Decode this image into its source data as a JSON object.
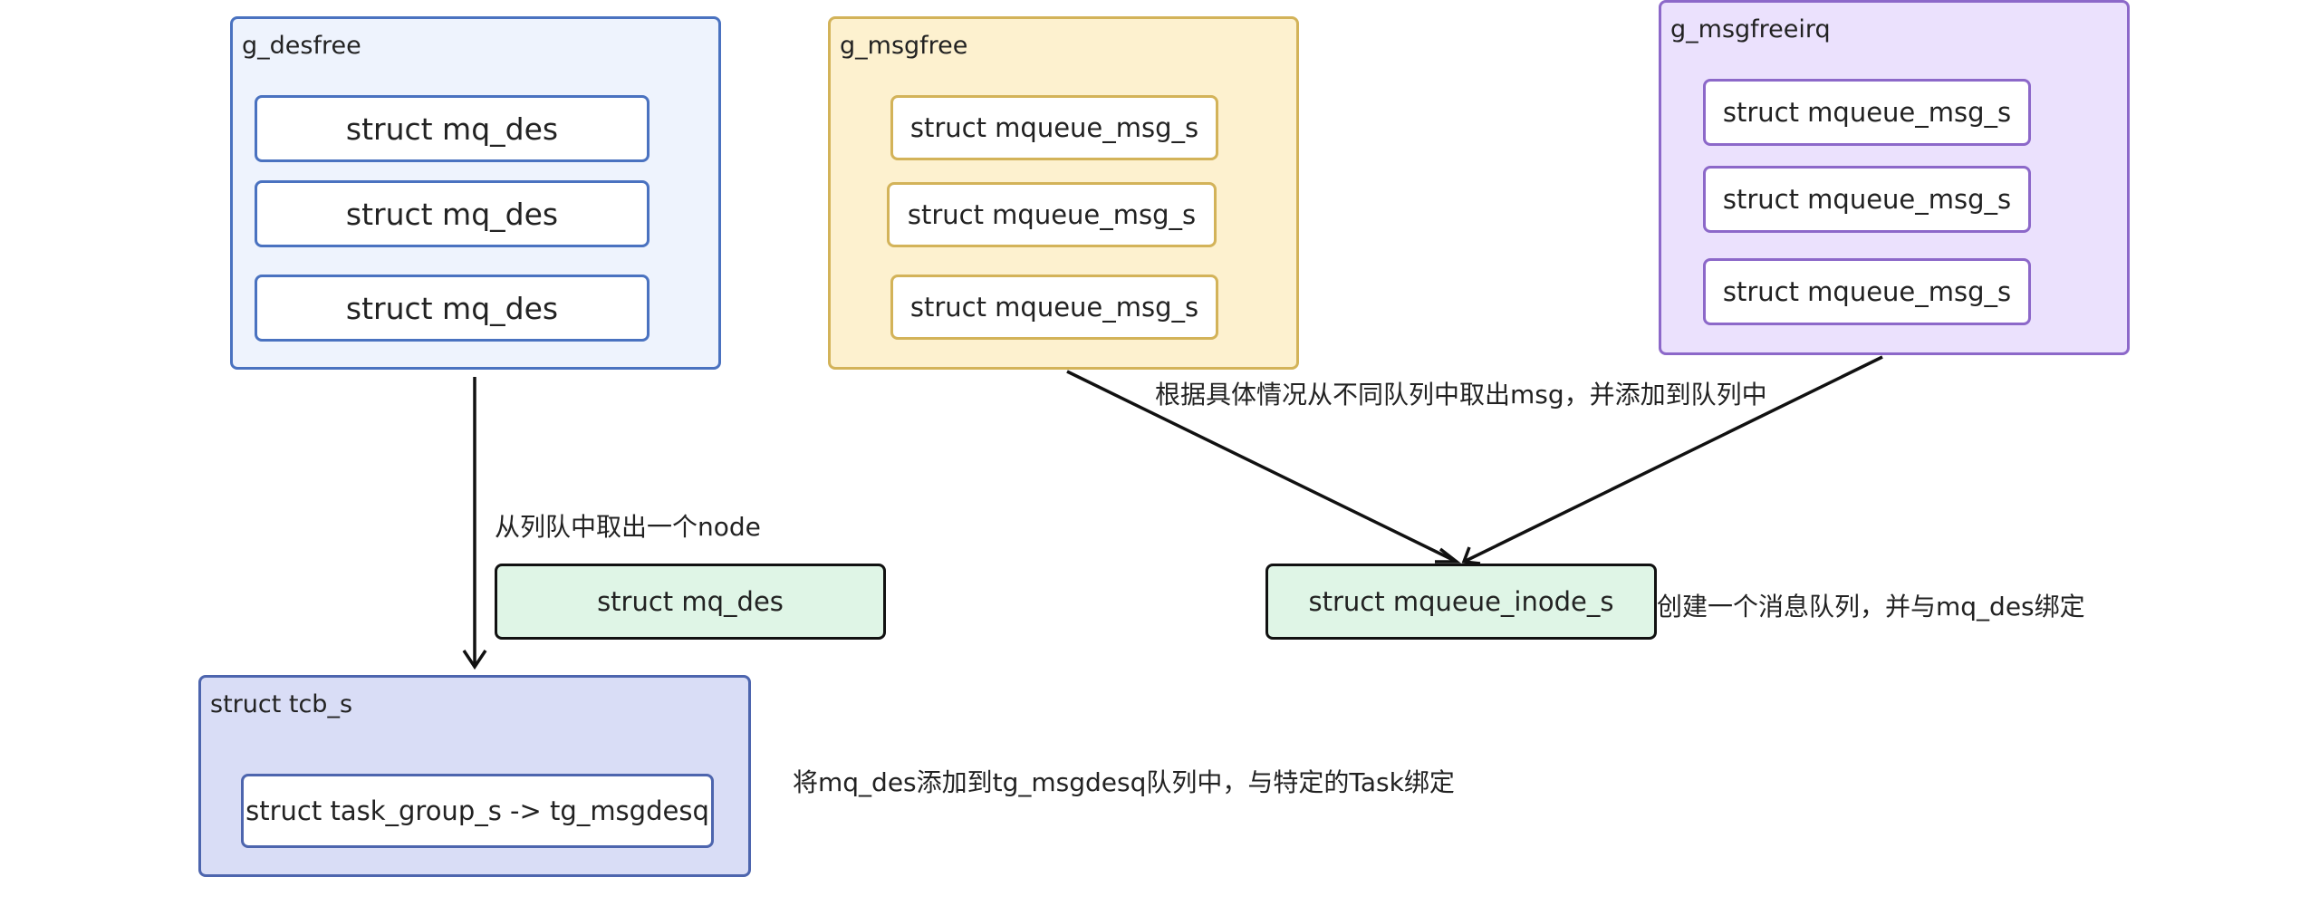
{
  "colors": {
    "desfree_fill": "#eef3fd",
    "desfree_border": "#4a72c0",
    "msgfree_fill": "#fdf1cf",
    "msgfree_border": "#d3b359",
    "msgfreeirq_fill": "#ebe1fd",
    "msgfreeirq_border": "#8c68c9",
    "tcb_fill": "#d9ddf6",
    "tcb_border": "#4d65ae",
    "solo_fill": "#dff5e6",
    "arrow": "#111111"
  },
  "g_desfree": {
    "title": "g_desfree",
    "items": [
      "struct mq_des",
      "struct mq_des",
      "struct mq_des"
    ]
  },
  "g_msgfree": {
    "title": "g_msgfree",
    "items": [
      "struct mqueue_msg_s",
      "struct mqueue_msg_s",
      "struct mqueue_msg_s"
    ]
  },
  "g_msgfreeirq": {
    "title": "g_msgfreeirq",
    "items": [
      "struct mqueue_msg_s",
      "struct mqueue_msg_s",
      "struct mqueue_msg_s"
    ]
  },
  "mq_des_node": "struct mq_des",
  "mqueue_inode_node": "struct mqueue_inode_s",
  "tcb": {
    "title": "struct tcb_s",
    "item": "struct task_group_s -> tg_msgdesq"
  },
  "labels": {
    "take_node": "从列队中取出一个node",
    "take_msg": "根据具体情况从不同队列中取出msg，并添加到队列中",
    "create_queue": "创建一个消息队列，并与mq_des绑定",
    "add_to_task": "将mq_des添加到tg_msgdesq队列中，与特定的Task绑定"
  }
}
